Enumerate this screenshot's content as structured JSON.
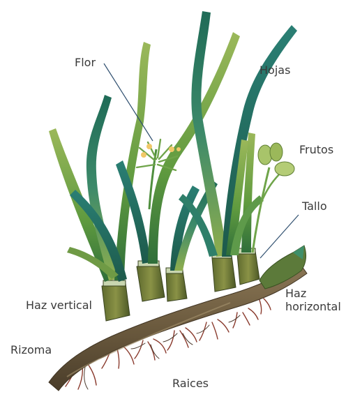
{
  "labels": {
    "flor": "Flor",
    "hojas": "Hojas",
    "frutos": "Frutos",
    "tallo": "Tallo",
    "haz_vertical": "Haz vertical",
    "haz_horizontal_1": "Haz",
    "haz_horizontal_2": "horizontal",
    "rizoma": "Rizoma",
    "raices": "Raices"
  },
  "colors": {
    "leaf_dark": "#1f6b57",
    "leaf_mid": "#4f8f3e",
    "leaf_light": "#9bb85a",
    "rhizome": "#6b5a3e",
    "root": "#8a3b2e",
    "flower": "#f0c868",
    "label_text": "#3a3a3a",
    "leader_line": "#2f4f6f"
  }
}
